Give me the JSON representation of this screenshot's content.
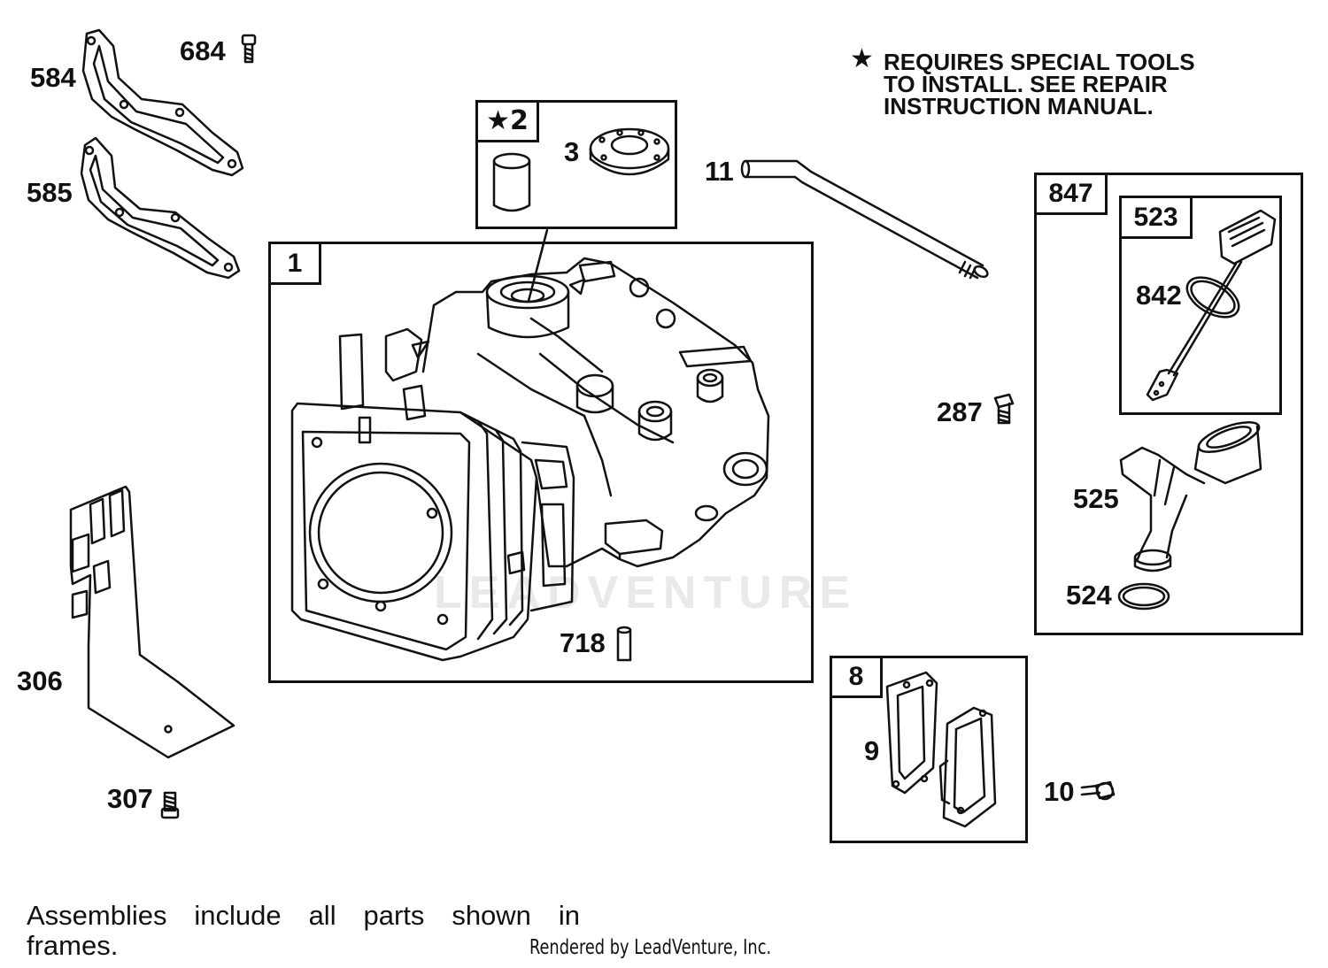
{
  "note": {
    "star": "★",
    "lines": [
      "REQUIRES SPECIAL TOOLS",
      "TO INSTALL.  SEE REPAIR",
      "INSTRUCTION MANUAL."
    ]
  },
  "frames": {
    "f1": "1",
    "f2": "★2",
    "f847": "847",
    "f523": "523",
    "f8": "8"
  },
  "labels": {
    "p584": "584",
    "p684": "684",
    "p585": "585",
    "p3": "3",
    "p11": "11",
    "p842": "842",
    "p287": "287",
    "p525": "525",
    "p524": "524",
    "p718": "718",
    "p306": "306",
    "p307": "307",
    "p9": "9",
    "p10": "10"
  },
  "footer": {
    "words1": [
      "Assemblies",
      "include",
      "all",
      "parts",
      "shown",
      "in"
    ],
    "line2": "frames.",
    "rendered_by": "Rendered by LeadVenture, Inc."
  },
  "watermark": "LEADVENTURE"
}
